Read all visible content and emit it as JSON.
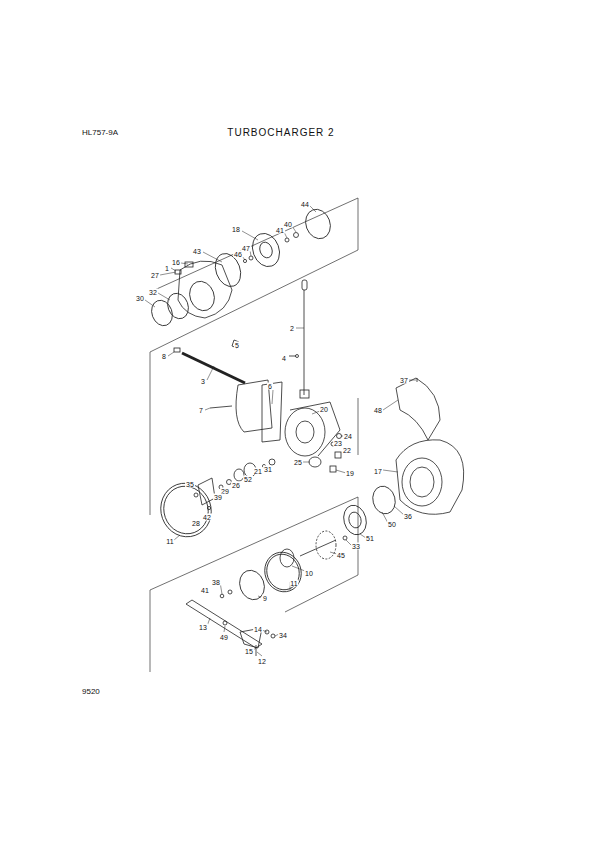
{
  "diagram": {
    "title": "TURBOCHARGER 2",
    "labels": [
      "HL757-9A",
      "9520",
      "44",
      "40",
      "41",
      "18",
      "47",
      "46",
      "43",
      "16",
      "1",
      "27",
      "32",
      "30",
      "2",
      "5",
      "8",
      "4",
      "3",
      "6",
      "37",
      "7",
      "20",
      "48",
      "24",
      "23",
      "22",
      "25",
      "19",
      "31",
      "21",
      "52",
      "26",
      "29",
      "39",
      "35",
      "42",
      "28",
      "17",
      "11",
      "36",
      "50",
      "51",
      "33",
      "45",
      "10",
      "11",
      "38",
      "41",
      "9",
      "13",
      "49",
      "14",
      "34",
      "15",
      "12"
    ]
  }
}
